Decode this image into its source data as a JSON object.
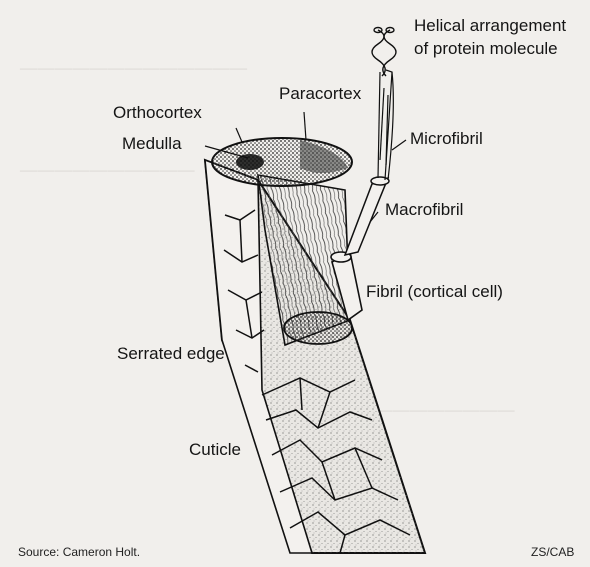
{
  "figure": {
    "labels": {
      "helical_line1": "Helical arrangement",
      "helical_line2": "of protein molecule",
      "paracortex": "Paracortex",
      "orthocortex": "Orthocortex",
      "medulla": "Medulla",
      "microfibril": "Microfibril",
      "macrofibril": "Macrofibril",
      "fibril": "Fibril (cortical cell)",
      "serrated_edge": "Serrated edge",
      "cuticle": "Cuticle"
    },
    "source": "Source: Cameron Holt.",
    "credit": "ZS/CAB"
  },
  "colors": {
    "background": "#f1efec",
    "ink": "#1a1a1a",
    "stipple": "#3a3a3a"
  }
}
